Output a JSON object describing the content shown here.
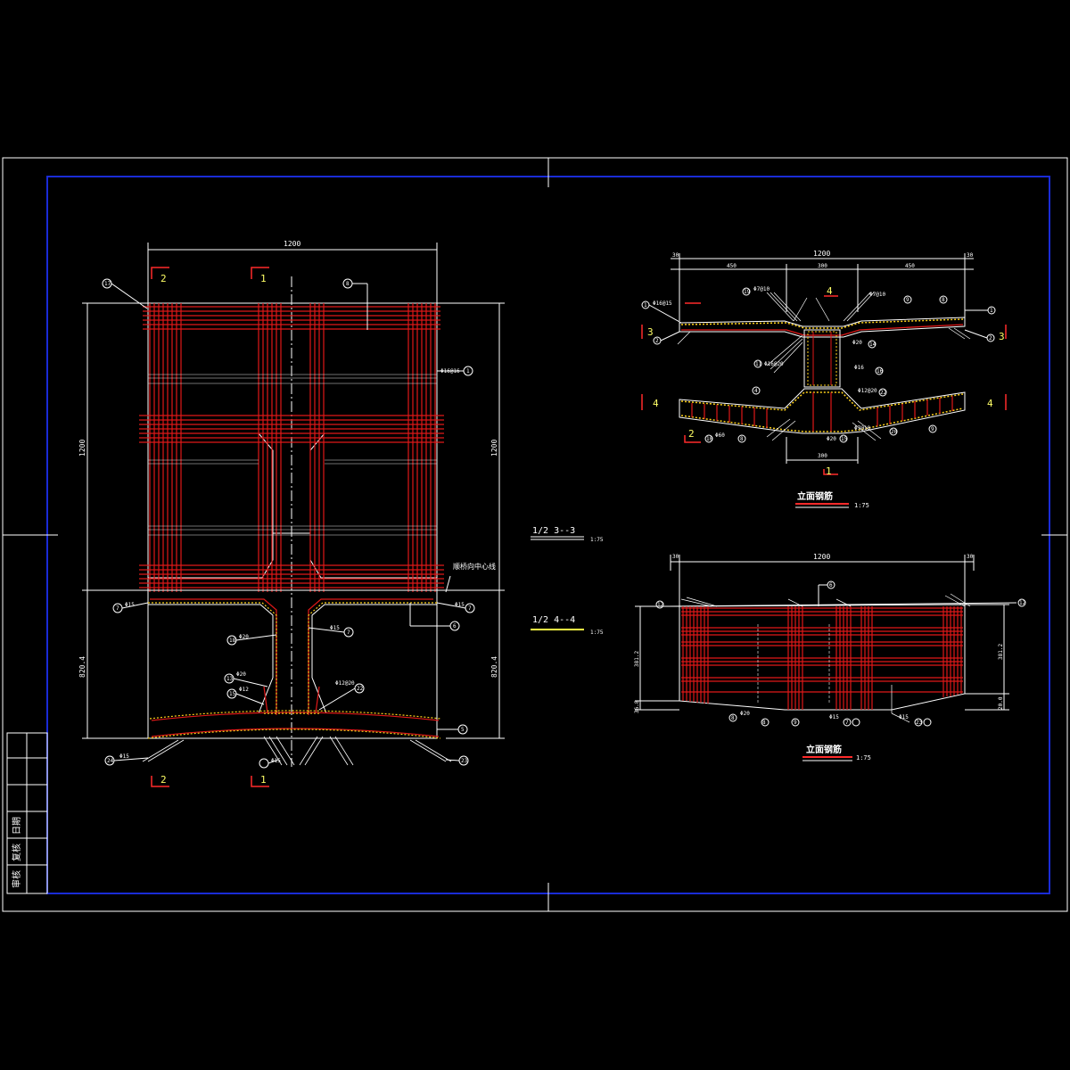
{
  "colors": {
    "background": "#000000",
    "frame": "#ffffff",
    "border": "#1a2bd6",
    "rebar": "#e01818",
    "dim": "#ffffff",
    "section": "#ff2a2a",
    "hatch": "#ffd21a"
  },
  "left_view": {
    "dim_top": "1200",
    "dim_left_upper": "1200",
    "dim_right_upper": "1200",
    "dim_left_lower": "820.4",
    "dim_right_lower": "820.4",
    "centerline_note": "顺桥向中心线",
    "section_marks": {
      "top_2": "2",
      "top_1": "1",
      "bottom_2": "2",
      "bottom_1": "1"
    },
    "callouts": {
      "c17": "17",
      "c8": "8",
      "c1": "1",
      "c7a": "7",
      "c7b": "7",
      "c6": "6",
      "c18": "18",
      "c13": "13",
      "c15": "15",
      "c22": "22",
      "c5": "5",
      "c24": "24",
      "c7c": "7",
      "c23": "23"
    },
    "bar_labels": {
      "b1": "Φ16@16",
      "b2": "Φ15",
      "b3": "Φ15",
      "b4": "Φ20",
      "b5": "Φ15",
      "b6": "Φ20",
      "b7": "Φ12@20",
      "b8": "Φ12",
      "b9": "Φ15",
      "b10": "Φ15"
    }
  },
  "section_labels": {
    "s33": "1/2  3--3",
    "s33_scale": "1:75",
    "s44": "1/2  4--4",
    "s44_scale": "1:75"
  },
  "right_top": {
    "dim_total": "1200",
    "dim_left_margin": "30",
    "dim_right_margin": "30",
    "dim_a": "450",
    "dim_b": "300",
    "dim_c": "450",
    "dim_bottom": "300",
    "marks": {
      "m3l": "3",
      "m3r": "3",
      "m4l": "4",
      "m4r": "4",
      "m2": "2",
      "m1b": "1",
      "m4t": "4"
    },
    "bar_labels": {
      "b1": "Φ16@15",
      "b2": "Φ7@10",
      "b3": "Φ7@10",
      "b4": "Φ20",
      "b5": "Φ16@20",
      "b6": "Φ16",
      "b7": "Φ12@20",
      "b8": "Φ20",
      "b9": "Φ7@10",
      "b10": "Φ60"
    },
    "callouts": {
      "c1": "1",
      "c2": "2",
      "c19": "19",
      "c9": "9",
      "c8": "8",
      "c1r": "1",
      "c2r": "2",
      "c14": "14",
      "c11": "11",
      "c16": "16",
      "c4": "4",
      "c22": "22",
      "c10": "10",
      "c8b": "8",
      "c15": "15",
      "c20": "20",
      "c9b": "9"
    },
    "title": "立面钢筋",
    "scale": "1:75"
  },
  "right_bottom": {
    "dim_total": "1200",
    "dim_left_margin": "30",
    "dim_right_margin": "30",
    "dim_left_h": "381.2",
    "dim_right_h": "381.2",
    "dim_left_small": "36.8",
    "dim_right_small": "20.0",
    "callouts": {
      "c12l": "12",
      "c12r": "12",
      "c6": "6",
      "c8": "8",
      "c8b": "8",
      "c9": "9",
      "c7": "7",
      "c23": "23"
    },
    "bar_labels": {
      "b1": "Φ20",
      "b2": "Φ15",
      "b3": "Φ15"
    },
    "title": "立面钢筋",
    "scale": "1:75"
  },
  "title_block": {
    "rows": [
      "审核",
      "复核",
      "日期"
    ]
  }
}
